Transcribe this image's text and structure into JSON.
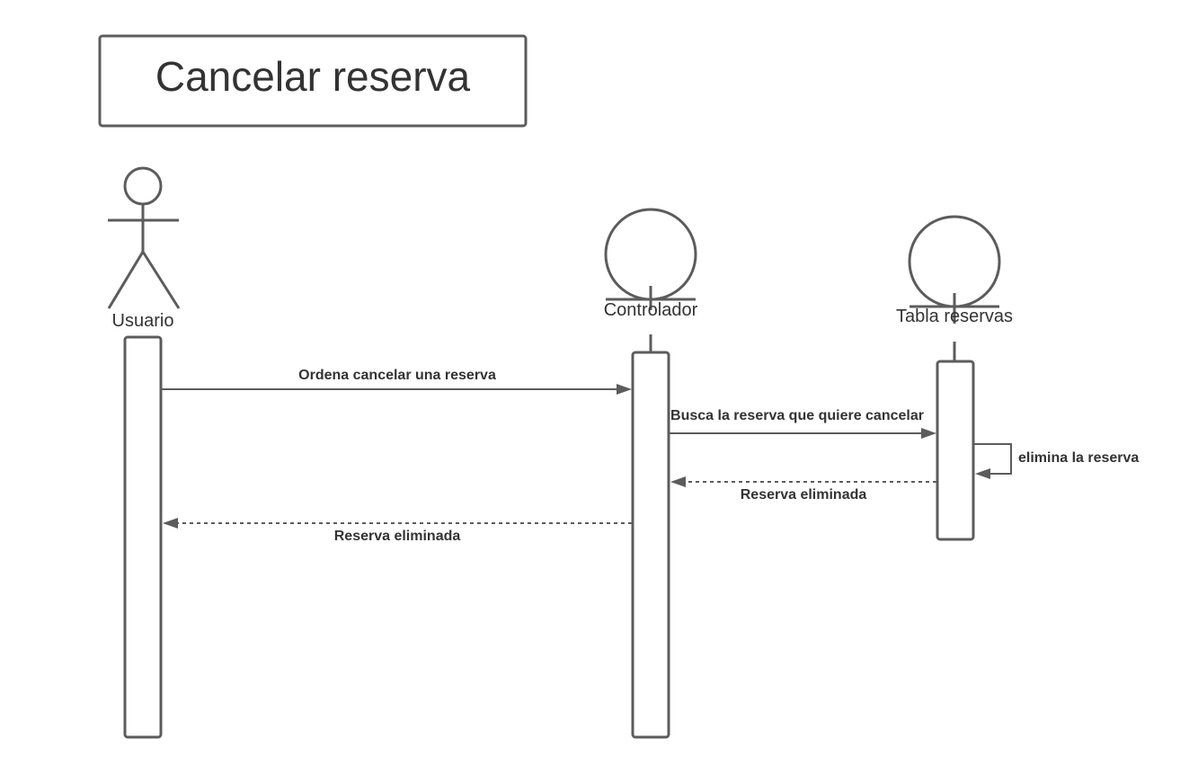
{
  "diagram": {
    "title": "Cancelar reserva",
    "colors": {
      "stroke": "#5c5c5c",
      "text": "#333333",
      "background": "#ffffff"
    },
    "participants": [
      {
        "label": "Usuario",
        "kind": "actor",
        "icon": "actor-icon"
      },
      {
        "label": "Controlador",
        "kind": "control",
        "icon": "control-icon"
      },
      {
        "label": "Tabla reservas",
        "kind": "entity",
        "icon": "entity-icon"
      }
    ],
    "messages": [
      {
        "label": "Ordena cancelar una reserva",
        "from": "Usuario",
        "to": "Controlador",
        "style": "solid"
      },
      {
        "label": "Busca la reserva que quiere cancelar",
        "from": "Controlador",
        "to": "Tabla reservas",
        "style": "solid"
      },
      {
        "label": "elimina la reserva",
        "from": "Tabla reservas",
        "to": "Tabla reservas",
        "style": "self"
      },
      {
        "label": "Reserva eliminada",
        "from": "Tabla reservas",
        "to": "Controlador",
        "style": "dashed"
      },
      {
        "label": "Reserva eliminada",
        "from": "Controlador",
        "to": "Usuario",
        "style": "dashed"
      }
    ]
  }
}
